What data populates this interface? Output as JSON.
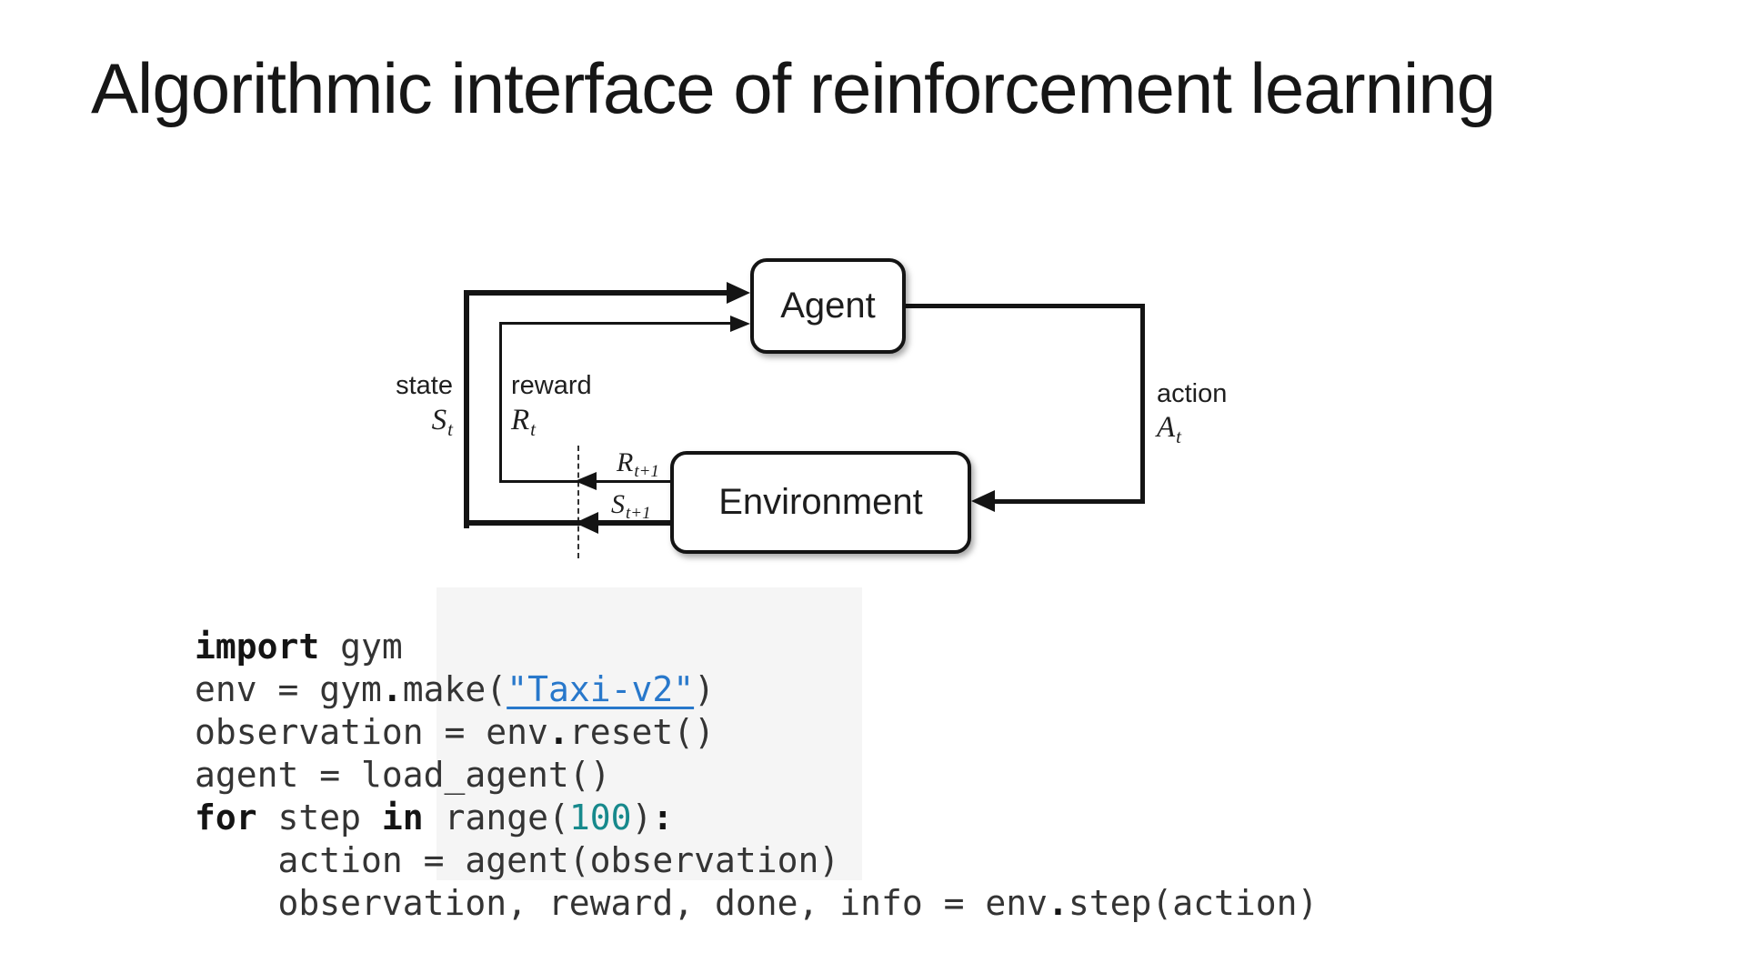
{
  "title": "Algorithmic interface of reinforcement learning",
  "diagram": {
    "agent_label": "Agent",
    "environment_label": "Environment",
    "labels": {
      "state": {
        "word": "state",
        "base": "S",
        "sub": "t"
      },
      "reward": {
        "word": "reward",
        "base": "R",
        "sub": "t"
      },
      "action": {
        "word": "action",
        "base": "A",
        "sub": "t"
      },
      "reward_next": {
        "base": "R",
        "sub": "t+1"
      },
      "state_next": {
        "base": "S",
        "sub": "t+1"
      }
    }
  },
  "code": {
    "colors": {
      "plain": "#343434",
      "keyword": "#141414",
      "link": "#2878cb",
      "number": "#17898c",
      "background_patch": "#f5f5f5"
    },
    "lines": [
      [
        {
          "t": "import",
          "s": "kw"
        },
        {
          "t": " gym",
          "s": "plain"
        }
      ],
      [
        {
          "t": "env = gym",
          "s": "plain"
        },
        {
          "t": ".",
          "s": "op"
        },
        {
          "t": "make(",
          "s": "plain"
        },
        {
          "t": "\"Taxi-v2\"",
          "s": "link"
        },
        {
          "t": ")",
          "s": "plain"
        }
      ],
      [
        {
          "t": "observation = env",
          "s": "plain"
        },
        {
          "t": ".",
          "s": "op"
        },
        {
          "t": "reset()",
          "s": "plain"
        }
      ],
      [
        {
          "t": "agent = load_agent()",
          "s": "plain"
        }
      ],
      [
        {
          "t": "for",
          "s": "kw"
        },
        {
          "t": " step ",
          "s": "plain"
        },
        {
          "t": "in",
          "s": "kw"
        },
        {
          "t": " range(",
          "s": "plain"
        },
        {
          "t": "100",
          "s": "num"
        },
        {
          "t": ")",
          "s": "plain"
        },
        {
          "t": ":",
          "s": "op"
        }
      ],
      [
        {
          "t": "    action = agent(observation)",
          "s": "plain"
        }
      ],
      [
        {
          "t": "    observation, reward, done, info = env",
          "s": "plain"
        },
        {
          "t": ".",
          "s": "op"
        },
        {
          "t": "step(action)",
          "s": "plain"
        }
      ]
    ]
  }
}
